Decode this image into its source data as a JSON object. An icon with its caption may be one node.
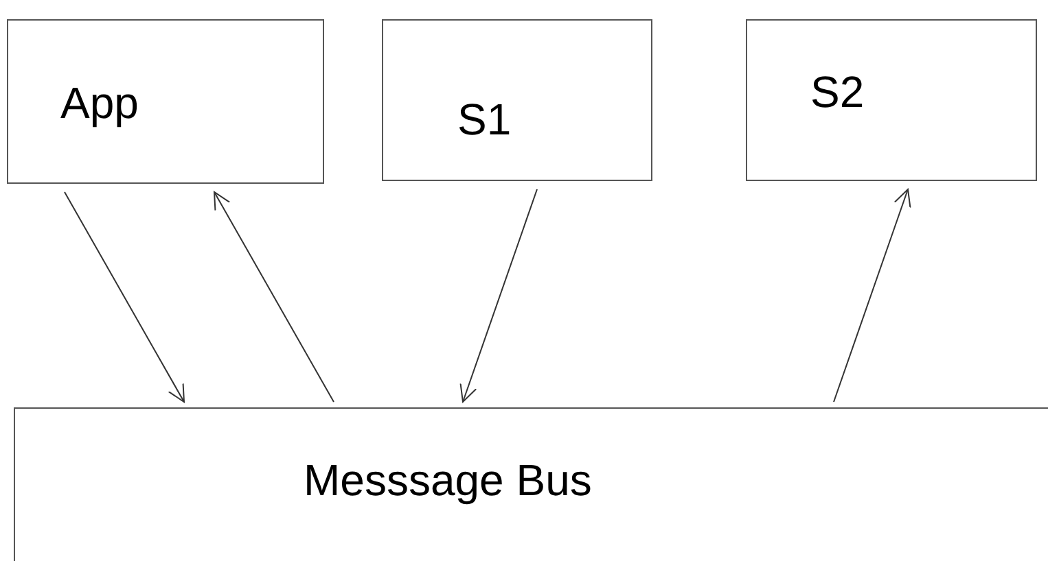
{
  "diagram": {
    "nodes": [
      {
        "text": [
          "App"
        ]
      },
      {
        "text": [
          "S1"
        ]
      },
      {
        "text": [
          "S2"
        ]
      },
      {
        "text": [
          "Messsage Bus"
        ]
      }
    ],
    "edges": [
      {
        "from": 0,
        "to": 3,
        "arrow": "to"
      },
      {
        "from": 3,
        "to": 0,
        "arrow": "to"
      },
      {
        "from": 1,
        "to": 3,
        "arrow": "to"
      },
      {
        "from": 3,
        "to": 2,
        "arrow": "to"
      }
    ]
  }
}
